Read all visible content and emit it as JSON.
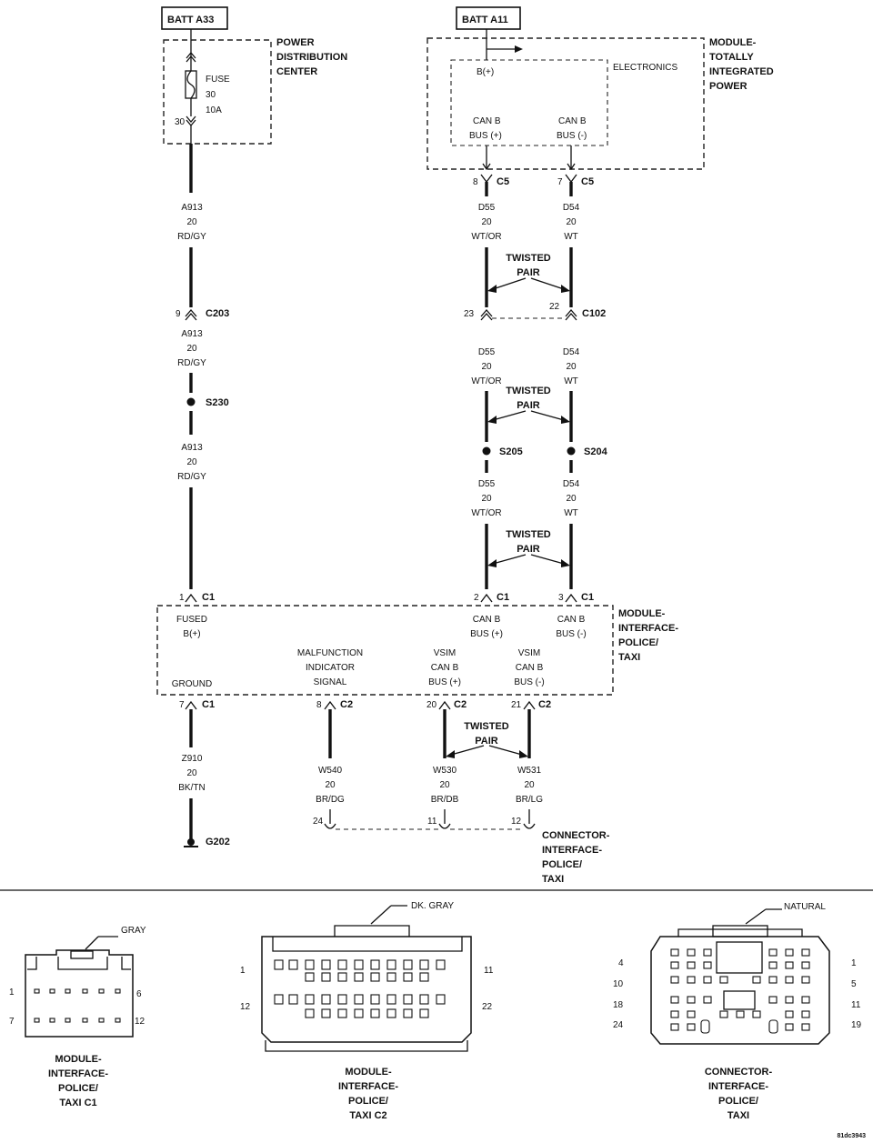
{
  "batt": {
    "left": "BATT A33",
    "right": "BATT A11"
  },
  "pdc": {
    "title": [
      "POWER",
      "DISTRIBUTION",
      "CENTER"
    ],
    "fuse_label": "FUSE",
    "fuse_num": "30",
    "fuse_amp": "10A",
    "pin": "30"
  },
  "tipm": {
    "title": [
      "MODULE-",
      "TOTALLY",
      "INTEGRATED",
      "POWER"
    ],
    "electronics": "ELECTRONICS",
    "bplus": "B(+)",
    "canb_pos": [
      "CAN B",
      "BUS (+)"
    ],
    "canb_neg": [
      "CAN B",
      "BUS (-)"
    ]
  },
  "connectors": {
    "c5_left": {
      "pin": "8",
      "name": "C5"
    },
    "c5_right": {
      "pin": "7",
      "name": "C5"
    },
    "c203": {
      "pin": "9",
      "name": "C203"
    },
    "c102": {
      "pin_left": "23",
      "pin_right": "22",
      "name": "C102"
    },
    "c1_left": {
      "pin": "1",
      "name": "C1"
    },
    "c1_mid": {
      "pin": "2",
      "name": "C1"
    },
    "c1_right": {
      "pin": "3",
      "name": "C1"
    },
    "c1_ground": {
      "pin": "7",
      "name": "C1"
    },
    "c2_mil": {
      "pin": "8",
      "name": "C2"
    },
    "c2_pos": {
      "pin": "20",
      "name": "C2"
    },
    "c2_neg": {
      "pin": "21",
      "name": "C2"
    }
  },
  "wires": {
    "a913": [
      "A913",
      "20",
      "RD/GY"
    ],
    "d55": [
      "D55",
      "20",
      "WT/OR"
    ],
    "d54": [
      "D54",
      "20",
      "WT"
    ],
    "z910": [
      "Z910",
      "20",
      "BK/TN"
    ],
    "w540": [
      "W540",
      "20",
      "BR/DG"
    ],
    "w530": [
      "W530",
      "20",
      "BR/DB"
    ],
    "w531": [
      "W531",
      "20",
      "BR/LG"
    ]
  },
  "splices": {
    "s230": "S230",
    "s205": "S205",
    "s204": "S204"
  },
  "twisted": [
    "TWISTED",
    "PAIR"
  ],
  "mip": {
    "title": [
      "MODULE-",
      "INTERFACE-",
      "POLICE/",
      "TAXI"
    ],
    "fused": [
      "FUSED",
      "B(+)"
    ],
    "canb_pos": [
      "CAN B",
      "BUS (+)"
    ],
    "canb_neg": [
      "CAN B",
      "BUS (-)"
    ],
    "mil": [
      "MALFUNCTION",
      "INDICATOR",
      "SIGNAL"
    ],
    "vsim_pos": [
      "VSIM",
      "CAN B",
      "BUS (+)"
    ],
    "vsim_neg": [
      "VSIM",
      "CAN B",
      "BUS (-)"
    ],
    "ground": "GROUND"
  },
  "ground": {
    "name": "G202"
  },
  "cip": {
    "title": [
      "CONNECTOR-",
      "INTERFACE-",
      "POLICE/",
      "TAXI"
    ],
    "pins": [
      "24",
      "11",
      "12"
    ]
  },
  "views": {
    "c1": {
      "color": "GRAY",
      "caption": [
        "MODULE-",
        "INTERFACE-",
        "POLICE/",
        "TAXI C1"
      ],
      "pins": {
        "tl": "1",
        "tr": "6",
        "bl": "7",
        "br": "12"
      }
    },
    "c2": {
      "color": "DK. GRAY",
      "caption": [
        "MODULE-",
        "INTERFACE-",
        "POLICE/",
        "TAXI C2"
      ],
      "pins": {
        "tl": "1",
        "tr": "11",
        "bl": "12",
        "br": "22"
      }
    },
    "cip": {
      "color": "NATURAL",
      "caption": [
        "CONNECTOR-",
        "INTERFACE-",
        "POLICE/",
        "TAXI"
      ],
      "pins_left": [
        "4",
        "10",
        "18",
        "24"
      ],
      "pins_right": [
        "1",
        "5",
        "11",
        "19"
      ]
    }
  },
  "ref_code": "81dc3943"
}
